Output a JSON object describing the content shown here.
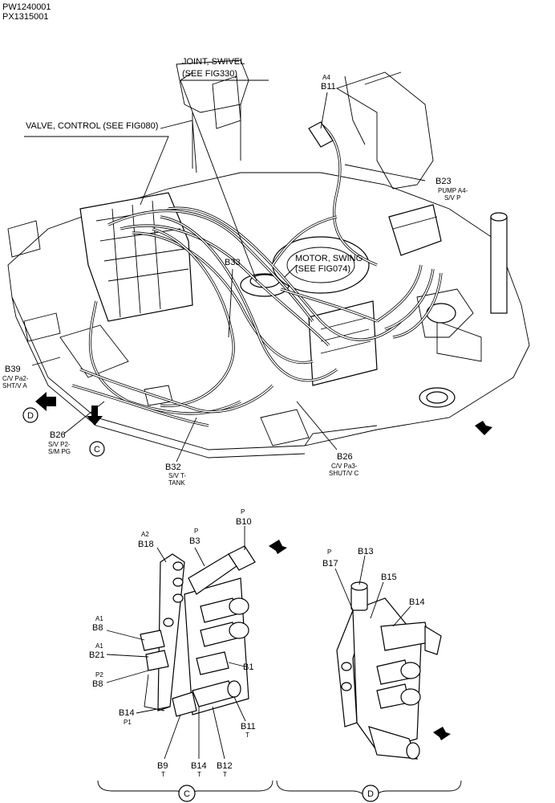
{
  "header": {
    "codes": [
      "PW1240001",
      "PX1315001"
    ]
  },
  "labels": {
    "valve_control": "VALVE, CONTROL (SEE FIG080)",
    "joint_swivel_1": "JOINT, SWIVEL",
    "joint_swivel_2": "(SEE FIG330)",
    "motor_swing_1": "MOTOR, SWING",
    "motor_swing_2": "(SEE FIG074)",
    "a4": "A4",
    "b11_top": "B11",
    "b23": "B23",
    "b23_sub1": "PUMP A4-",
    "b23_sub2": "S/V P",
    "b33": "B33",
    "b39": "B39",
    "b39_sub1": "C/V Pa2-",
    "b39_sub2": "SHT/V A",
    "b26_left": "B26",
    "b26_left_sub1": "S/V P2-",
    "b26_left_sub2": "S/M PG",
    "b32": "B32",
    "b32_sub1": "S/V T-",
    "b32_sub2": "TANK",
    "b26_right": "B26",
    "b26_right_sub1": "C/V Pa3-",
    "b26_right_sub2": "SHUT/V C",
    "view_d": "D",
    "view_c": "C"
  },
  "detail_c": {
    "a2": "A2",
    "b18": "B18",
    "p_b3": "P",
    "b3": "B3",
    "p_b10": "P",
    "b10": "B10",
    "a1_b8": "A1",
    "b8_top": "B8",
    "a1_b21": "A1",
    "b21": "B21",
    "p2": "P2",
    "b8_bottom": "B8",
    "b1": "B1",
    "b14": "B14",
    "p1": "P1",
    "b11": "B11",
    "t_b11": "T",
    "b9": "B9",
    "t_b9": "T",
    "b14_bottom": "B14",
    "t_b14": "T",
    "b12": "B12",
    "t_b12": "T",
    "caption": "C"
  },
  "detail_d": {
    "b13": "B13",
    "p_b17": "P",
    "b17": "B17",
    "b15": "B15",
    "b14": "B14",
    "caption": "D"
  }
}
